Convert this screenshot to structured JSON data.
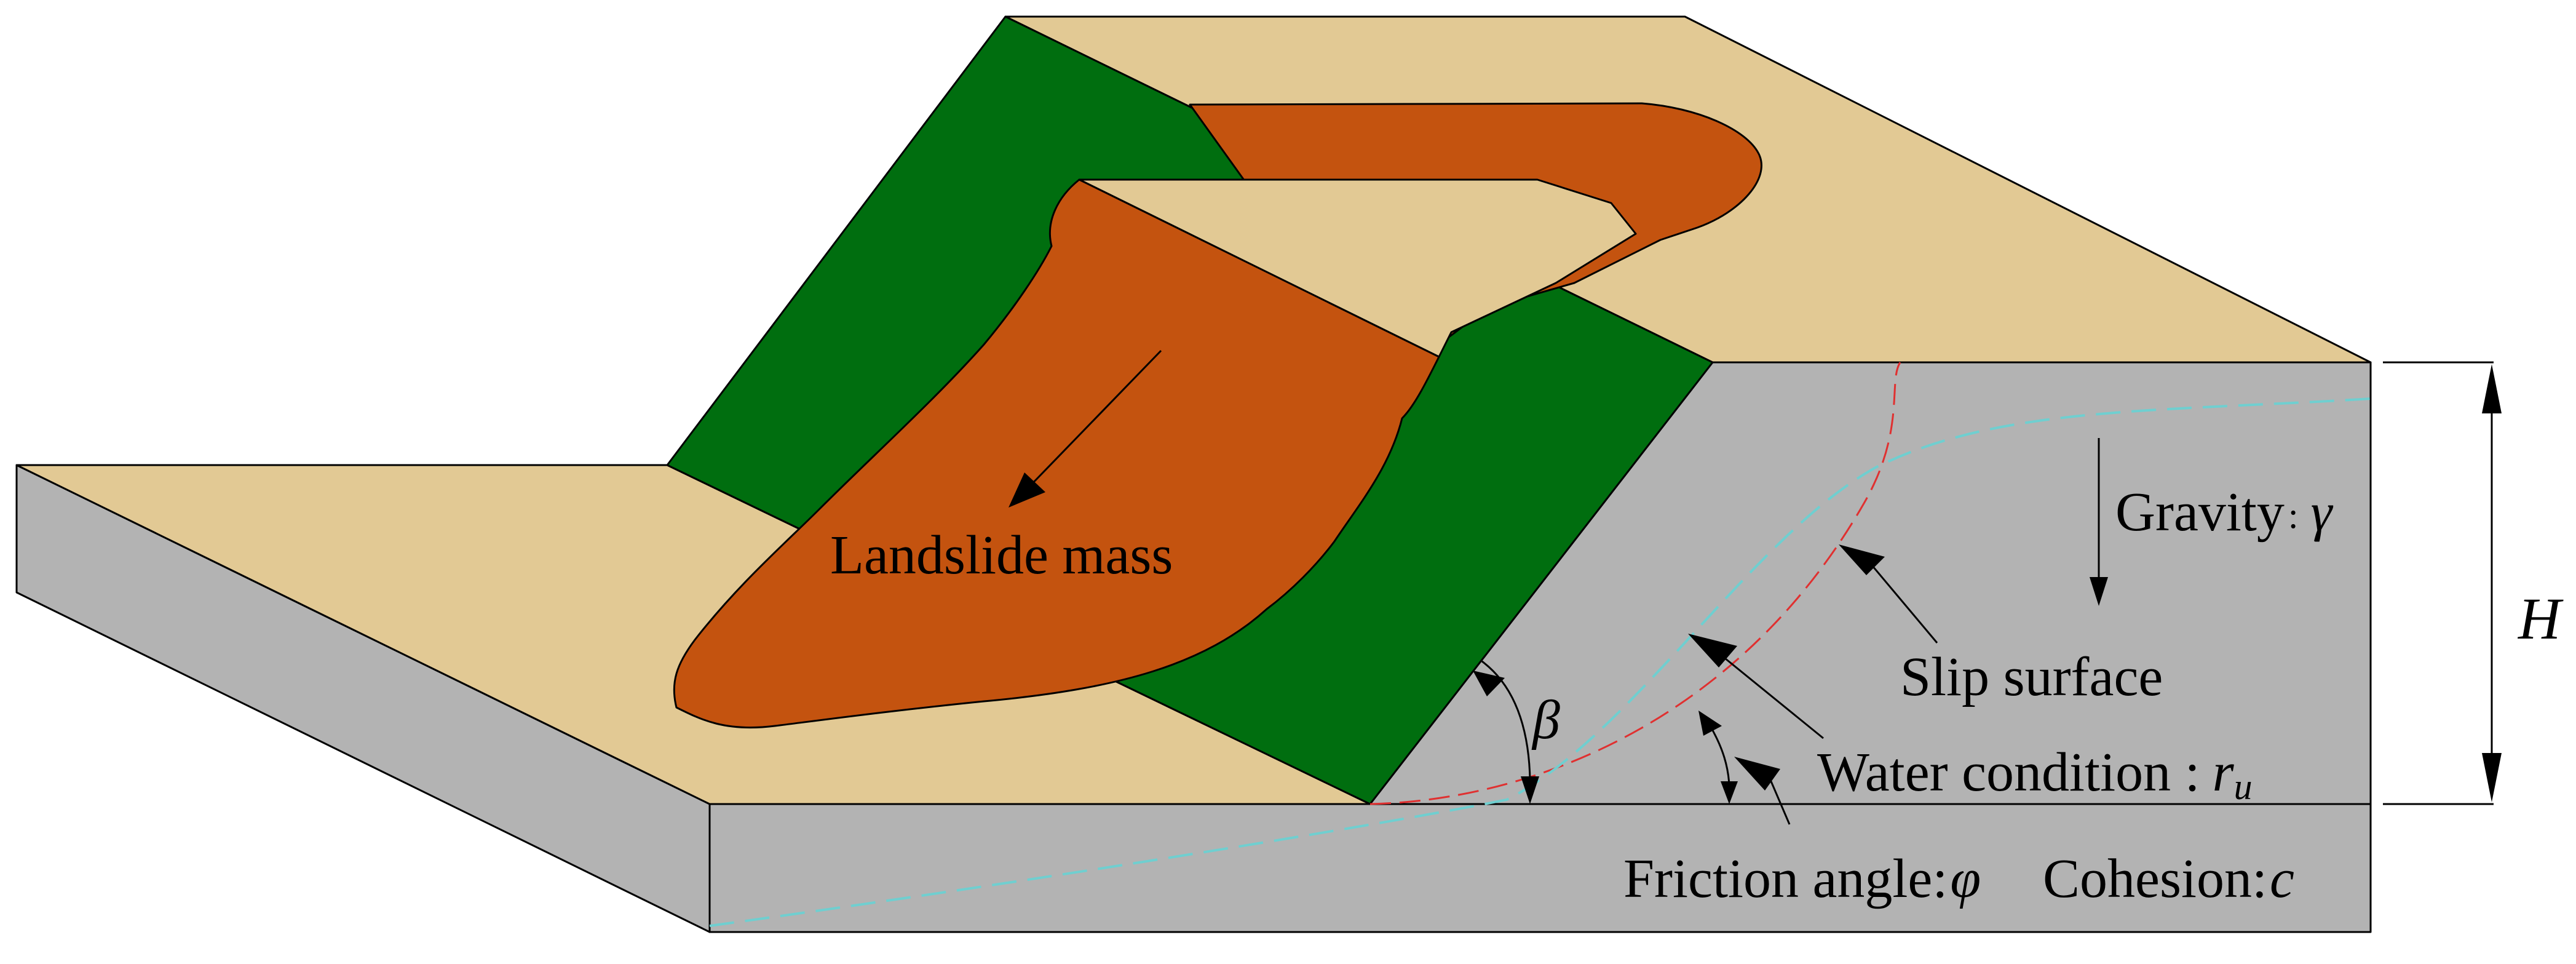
{
  "labels": {
    "landslide_mass": "Landslide mass",
    "gravity": "Gravity",
    "gravity_separator": ":",
    "gravity_symbol": "γ",
    "slip_surface": "Slip surface",
    "water_condition": "Water condition :",
    "water_symbol": "r",
    "water_subscript": "u",
    "friction_angle": "Friction angle:",
    "friction_symbol": "φ",
    "cohesion": "Cohesion:",
    "cohesion_symbol": "c",
    "slope_angle_symbol": "β",
    "height_symbol": "H"
  },
  "colors": {
    "ground_top": "#e2c994",
    "cross_section": "#b3b3b3",
    "vegetation": "#006e0f",
    "landslide": "#c4530f",
    "slip_line": "#e03030",
    "water_line": "#6fcfd0"
  }
}
